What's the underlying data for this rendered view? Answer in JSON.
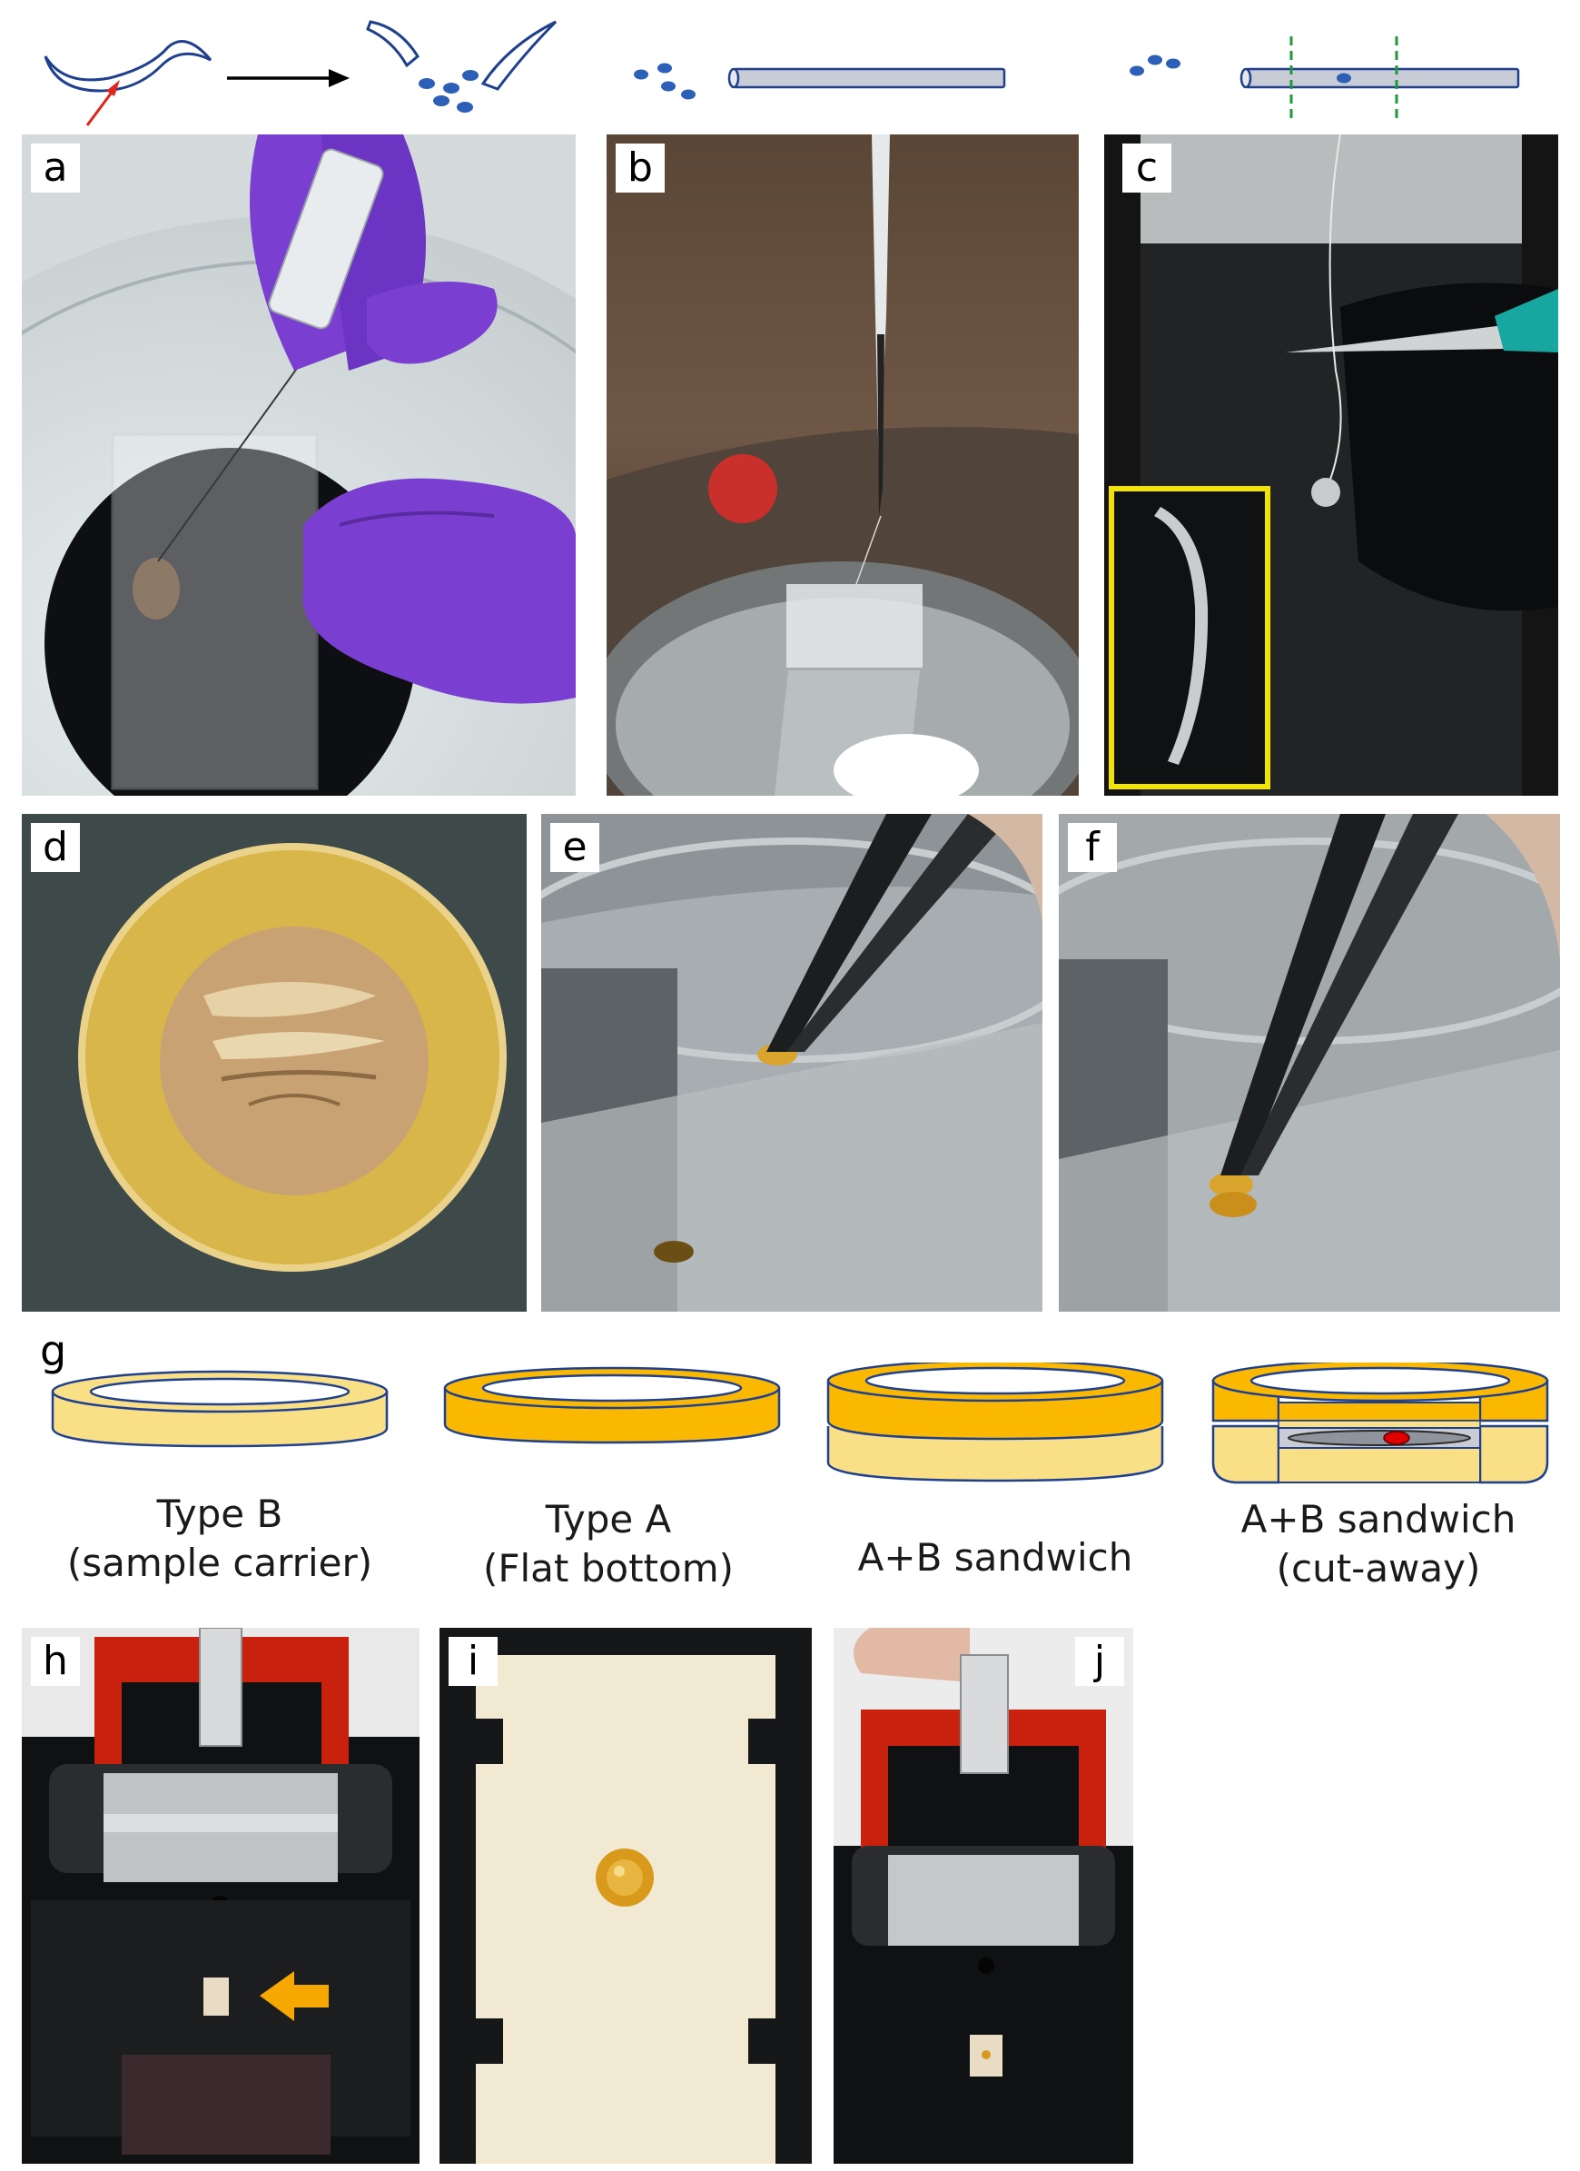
{
  "panels": {
    "a": {
      "label": "a"
    },
    "b": {
      "label": "b"
    },
    "c": {
      "label": "c"
    },
    "d": {
      "label": "d"
    },
    "e": {
      "label": "e"
    },
    "f": {
      "label": "f"
    },
    "g": {
      "label": "g"
    },
    "h": {
      "label": "h"
    },
    "i": {
      "label": "i"
    },
    "j": {
      "label": "j"
    }
  },
  "carriers": [
    {
      "line1": "Type B",
      "line2": "(sample carrier)"
    },
    {
      "line1": "Type A",
      "line2": "(Flat bottom)"
    },
    {
      "line1": "A+B sandwich",
      "line2": ""
    },
    {
      "line1": "A+B sandwich",
      "line2": "(cut-away)"
    }
  ],
  "colors": {
    "worm_outline": "#1f3f8f",
    "embryo_blue": "#2b5fb8",
    "cut_arrow_red": "#e0251e",
    "cut_line_green": "#1f9a3a",
    "capillary_fill": "#c8ccd6",
    "carrier_gold_light": "#f9df86",
    "carrier_gold_dark": "#fbb800",
    "sample_red": "#e00000",
    "glove_purple": "#7a3fd0",
    "holder_red": "#c8220f",
    "inset_border_yellow": "#f3e400",
    "arrow_orange": "#f7a800"
  }
}
